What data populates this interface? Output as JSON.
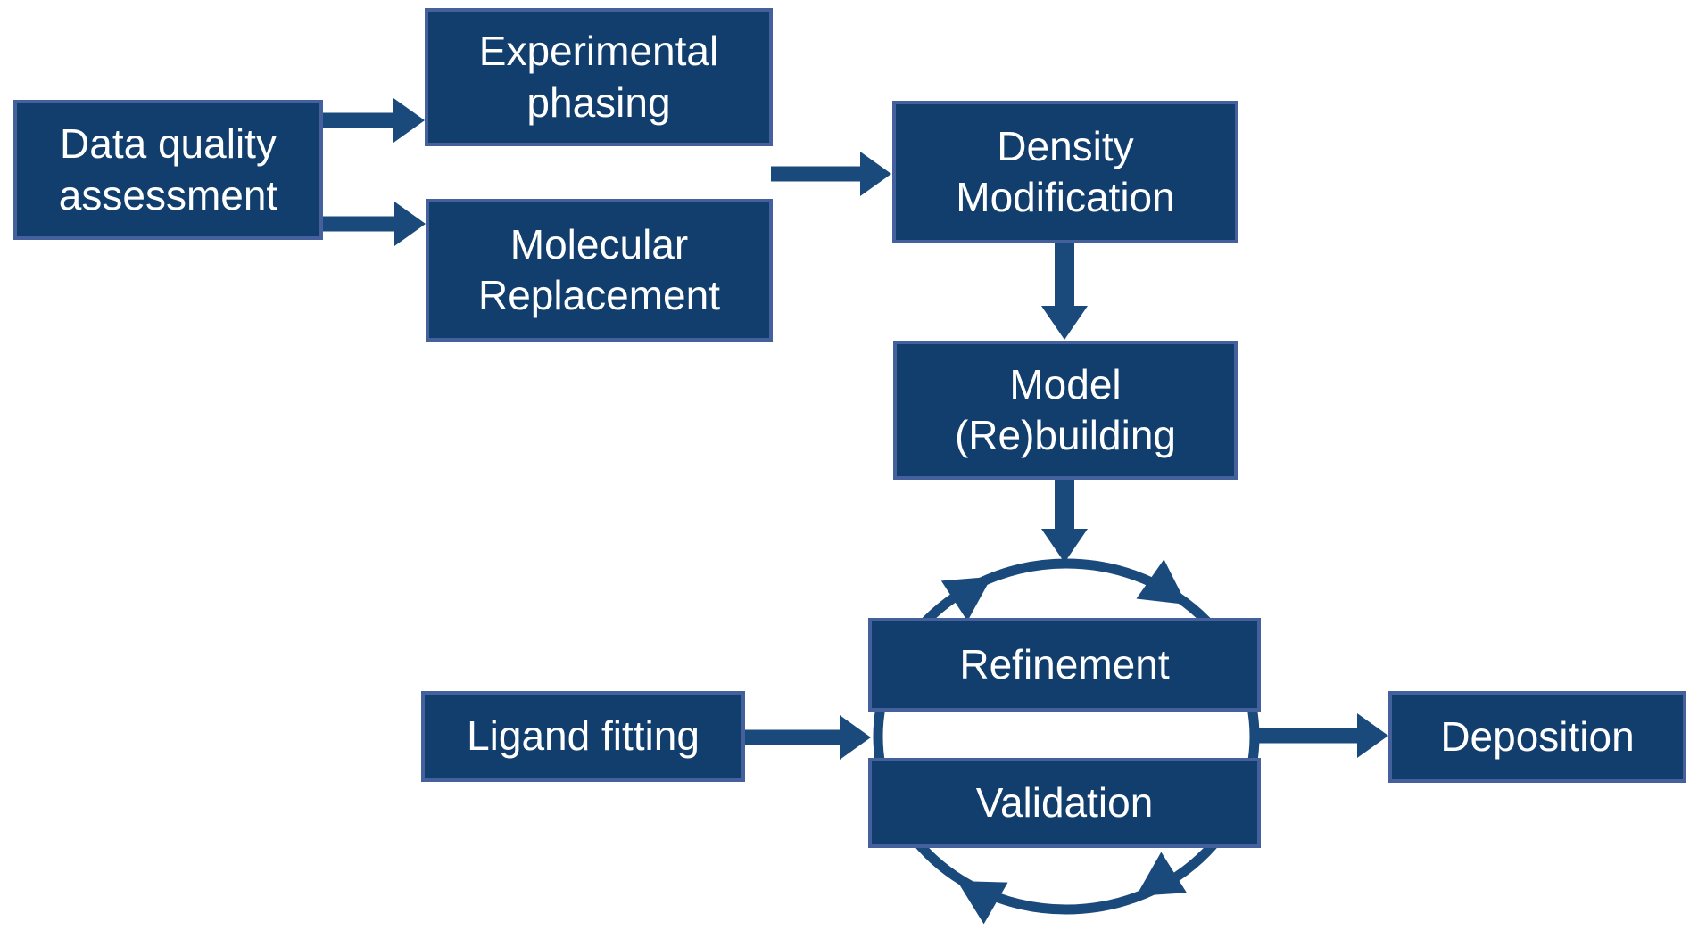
{
  "diagram": {
    "background_color": "#FFFFFF",
    "colors": {
      "box_fill": "#123E6D",
      "box_border": "#44619D",
      "arrow": "#1A4A7C",
      "text": "#FFFFFF"
    },
    "nodes": {
      "data_quality": {
        "label": "Data quality\nassessment"
      },
      "experimental_phasing": {
        "label": "Experimental\nphasing"
      },
      "molecular_replacement": {
        "label": "Molecular\nReplacement"
      },
      "density_modification": {
        "label": "Density\nModification"
      },
      "model_rebuilding": {
        "label": "Model\n(Re)building"
      },
      "refinement": {
        "label": "Refinement"
      },
      "validation": {
        "label": "Validation"
      },
      "ligand_fitting": {
        "label": "Ligand fitting"
      },
      "deposition": {
        "label": "Deposition"
      }
    },
    "edges": [
      {
        "from": "data_quality",
        "to": "experimental_phasing",
        "type": "arrow"
      },
      {
        "from": "data_quality",
        "to": "molecular_replacement",
        "type": "arrow"
      },
      {
        "from": "experimental_phasing / molecular_replacement",
        "to": "density_modification",
        "type": "arrow"
      },
      {
        "from": "density_modification",
        "to": "model_rebuilding",
        "type": "arrow"
      },
      {
        "from": "model_rebuilding",
        "to": "refinement_validation_cycle",
        "type": "arrow"
      },
      {
        "from": "ligand_fitting",
        "to": "refinement_validation_cycle",
        "type": "arrow"
      },
      {
        "from": "refinement_validation_cycle",
        "to": "deposition",
        "type": "arrow"
      },
      {
        "from": "refinement",
        "to": "validation",
        "type": "cycle",
        "direction": "clockwise"
      }
    ]
  }
}
